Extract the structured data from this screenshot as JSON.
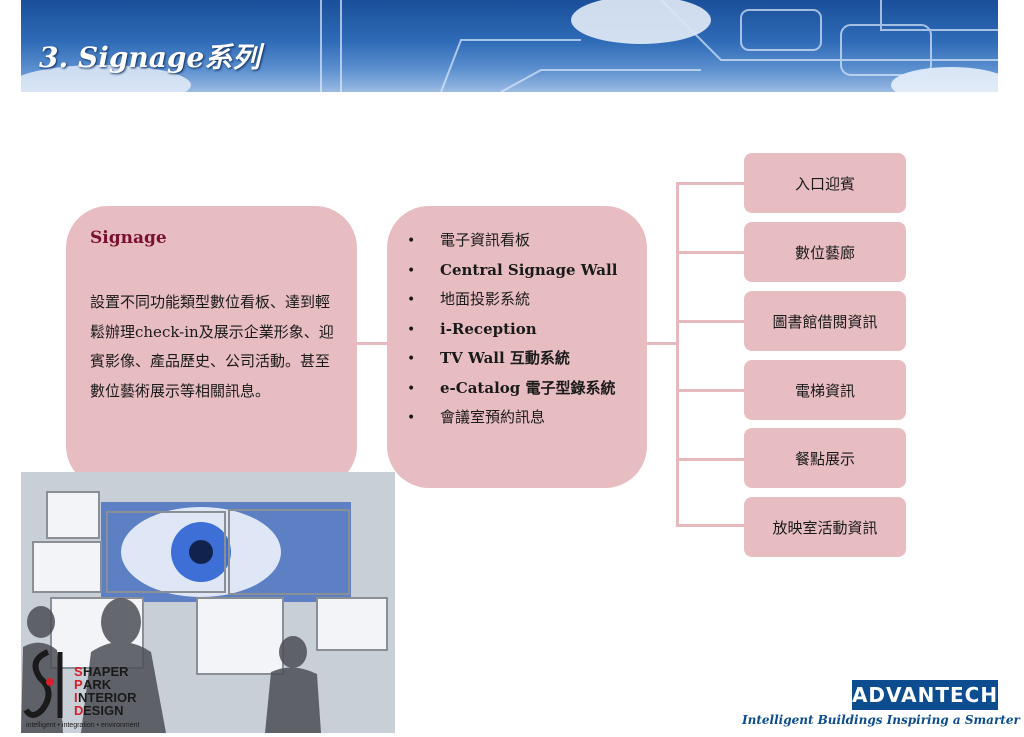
{
  "header": {
    "title": "3. Signage系列"
  },
  "signage_box": {
    "title": "Signage",
    "description": "設置不同功能類型數位看板、達到輕鬆辦理check-in及展示企業形象、迎賓影像、產品歷史、公司活動。甚至數位藝術展示等相關訊息。"
  },
  "features": {
    "bullet": "•",
    "items": [
      "電子資訊看板",
      "Central Signage Wall",
      "地面投影系統",
      "i-Reception",
      "TV Wall 互動系統",
      "e-Catalog 電子型錄系統",
      "會議室預約訊息"
    ]
  },
  "applications": [
    "入口迎賓",
    "數位藝廊",
    "圖書館借閱資訊",
    "電梯資訊",
    "餐點展示",
    "放映室活動資訊"
  ],
  "partner_logo": {
    "letters": [
      "S",
      "P",
      "I",
      "D"
    ],
    "words": [
      "HAPER",
      "ARK",
      "NTERIOR",
      "ESIGN"
    ],
    "tagline": "intelligent • integration • environment"
  },
  "brand": {
    "name": "ADVANTECH",
    "tagline": "Intelligent Buildings Inspiring a Smarter City"
  },
  "colors": {
    "box": "#e7bdc1",
    "accent_title": "#7a1030",
    "brand_blue": "#0c4c8f"
  }
}
